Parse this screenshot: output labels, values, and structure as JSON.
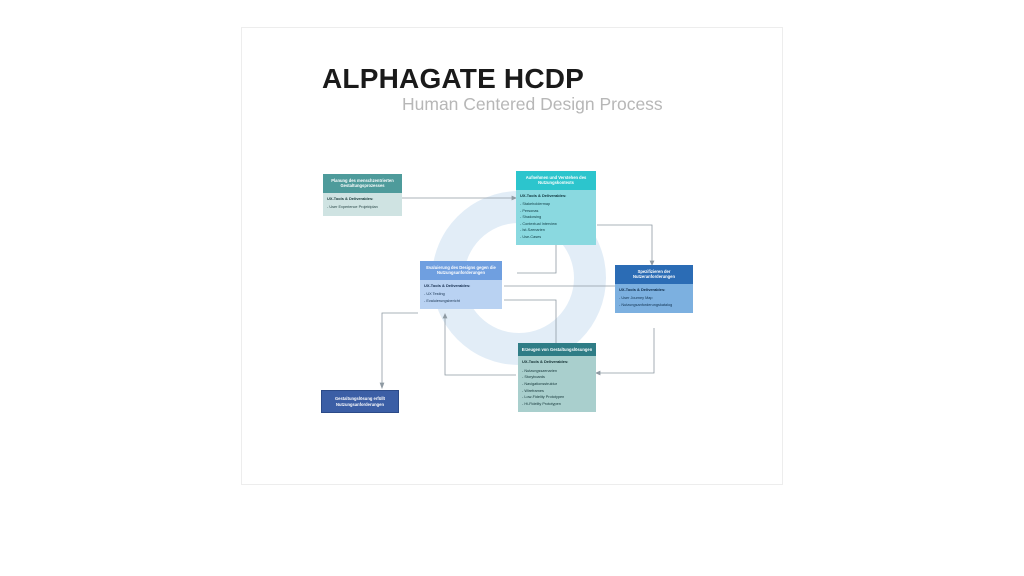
{
  "title": {
    "main": "ALPHAGATE HCDP",
    "sub": "Human Centered Design Process"
  },
  "labels": {
    "deliverables_heading": "UX-Tools & Deliverables:"
  },
  "nodes": [
    {
      "id": "planung",
      "heading": "Planung des menschzentrierten Gestaltungsprozesses",
      "deliverables_heading": "UX-Tools & Deliverables:",
      "items": [
        "- User Experience Projektplan"
      ],
      "color_head": "#4e9b9b",
      "color_body": "#cfe3e2"
    },
    {
      "id": "kontext",
      "heading": "Aufnehmen und Verstehen des Nutzungskontexts",
      "deliverables_heading": "UX-Tools & Deliverables:",
      "items": [
        "- Stakeholdermap",
        "- Personas",
        "- Shadowing",
        "- Contextual Interview",
        "- Ist-Szenarien",
        "- Use-Cases"
      ],
      "color_head": "#2cc5cd",
      "color_body": "#8ad9e0"
    },
    {
      "id": "spezifizieren",
      "heading": "Spezifizieren der Nutzeranforderungen",
      "deliverables_heading": "UX-Tools & Deliverables:",
      "items": [
        "- User Journey Map",
        "- Nutzungsanforderungskatalog"
      ],
      "color_head": "#2b6cb5",
      "color_body": "#7cb0e0"
    },
    {
      "id": "erzeugen",
      "heading": "Erzeugen von Gestaltungslösungen",
      "deliverables_heading": "UX-Tools & Deliverables:",
      "items": [
        "- Nutzungsszenarien",
        "- Storyboards",
        "- Navigationsstruktur",
        "- Wireframes",
        "- Low-Fidelity Prototypen",
        "- Hi-Fidelity Prototypen"
      ],
      "color_head": "#2f7d86",
      "color_body": "#a9cfcd"
    },
    {
      "id": "evaluierung",
      "heading": "Evaluierung des Designs gegen die Nutzungsanforderungen",
      "deliverables_heading": "UX-Tools & Deliverables:",
      "items": [
        "- UX Testing",
        "- Evaluierungsbericht"
      ],
      "color_head": "#6f9fe0",
      "color_body": "#b9d2f2"
    },
    {
      "id": "erfuellt",
      "heading": "Gestaltungslösung erfüllt Nutzungsanforderungen",
      "deliverables_heading": "",
      "items": [],
      "color_head": "#3b5ea5",
      "color_body": "#3b5ea5"
    }
  ],
  "ring": {
    "outer_color": "#dfeaf6",
    "inner_color": "#ffffff"
  },
  "connectors": {
    "color": "#8f9aa3"
  }
}
